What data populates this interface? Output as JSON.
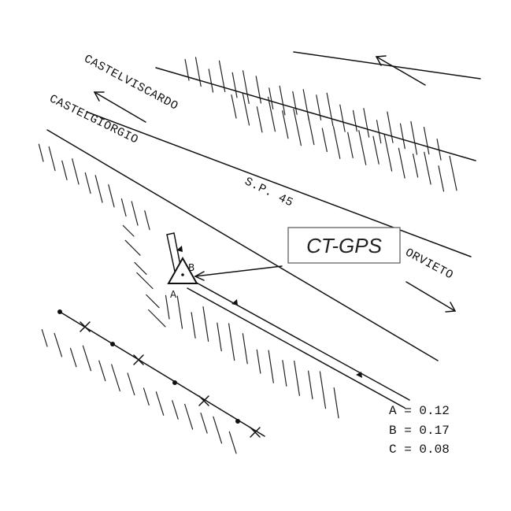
{
  "labels": {
    "castelviscardo": "CASTELVISCARDO",
    "castelgiorgio": "CASTELGIORGIO",
    "road": "S.P. 45",
    "orvieto": "ORVIETO",
    "gps": "CT-GPS",
    "point_a": "A",
    "point_b": "B"
  },
  "legend": [
    {
      "key": "A",
      "value": "0.12"
    },
    {
      "key": "B",
      "value": "0.17"
    },
    {
      "key": "C",
      "value": "0.08"
    }
  ],
  "colors": {
    "ink": "#111111",
    "background": "#ffffff"
  }
}
